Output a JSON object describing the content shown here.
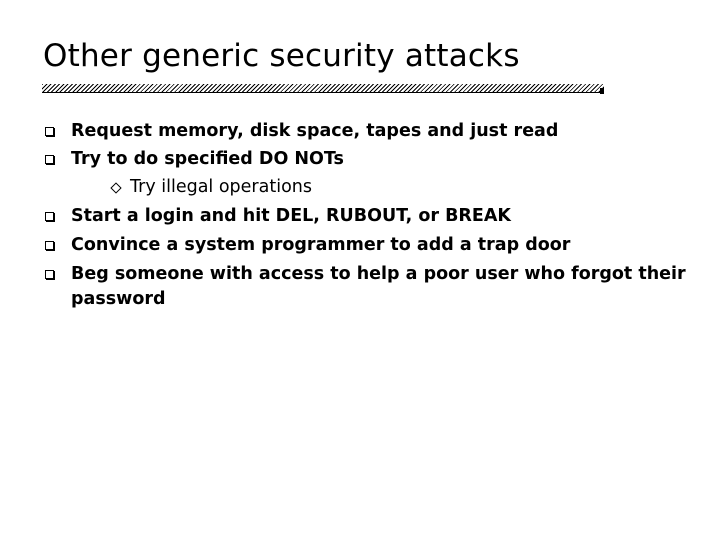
{
  "slide": {
    "title": "Other generic security attacks",
    "bullets": [
      {
        "level": 1,
        "text": "Request memory, disk space, tapes and just read"
      },
      {
        "level": 1,
        "text": "Try to do specified DO NOTs"
      },
      {
        "level": 2,
        "text": "Try illegal operations"
      },
      {
        "level": 1,
        "text": "Start a login and hit DEL, RUBOUT, or BREAK"
      },
      {
        "level": 1,
        "text": "Convince a system programmer to add a trap door"
      },
      {
        "level": 1,
        "text": "Beg someone with access to help a poor user who forgot their"
      },
      {
        "level": 1,
        "text": "password",
        "continuation": true
      }
    ]
  }
}
